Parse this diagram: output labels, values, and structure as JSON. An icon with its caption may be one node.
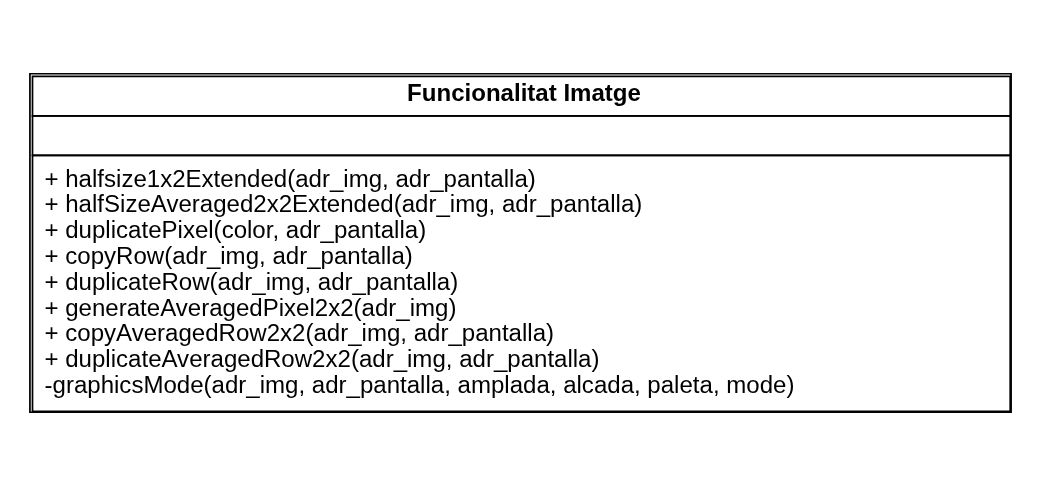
{
  "diagram": {
    "nodes": [
      {
        "text": [
          "Funcionalitat Imatge",
          "+ halfsize1x2Extended(adr_img, adr_pantalla)",
          "+ halfSizeAveraged2x2Extended(adr_img, adr_pantalla)",
          "+ duplicatePixel(color, adr_pantalla)",
          "+ copyRow(adr_img, adr_pantalla)",
          "+ duplicateRow(adr_img, adr_pantalla)",
          "+ generateAveragedPixel2x2(adr_img)",
          "+ copyAveragedRow2x2(adr_img, adr_pantalla)",
          "+ duplicateAveragedRow2x2(adr_img, adr_pantalla)",
          "-graphicsMode(adr_img, adr_pantalla, amplada, alcada, paleta, mode)"
        ]
      }
    ]
  }
}
